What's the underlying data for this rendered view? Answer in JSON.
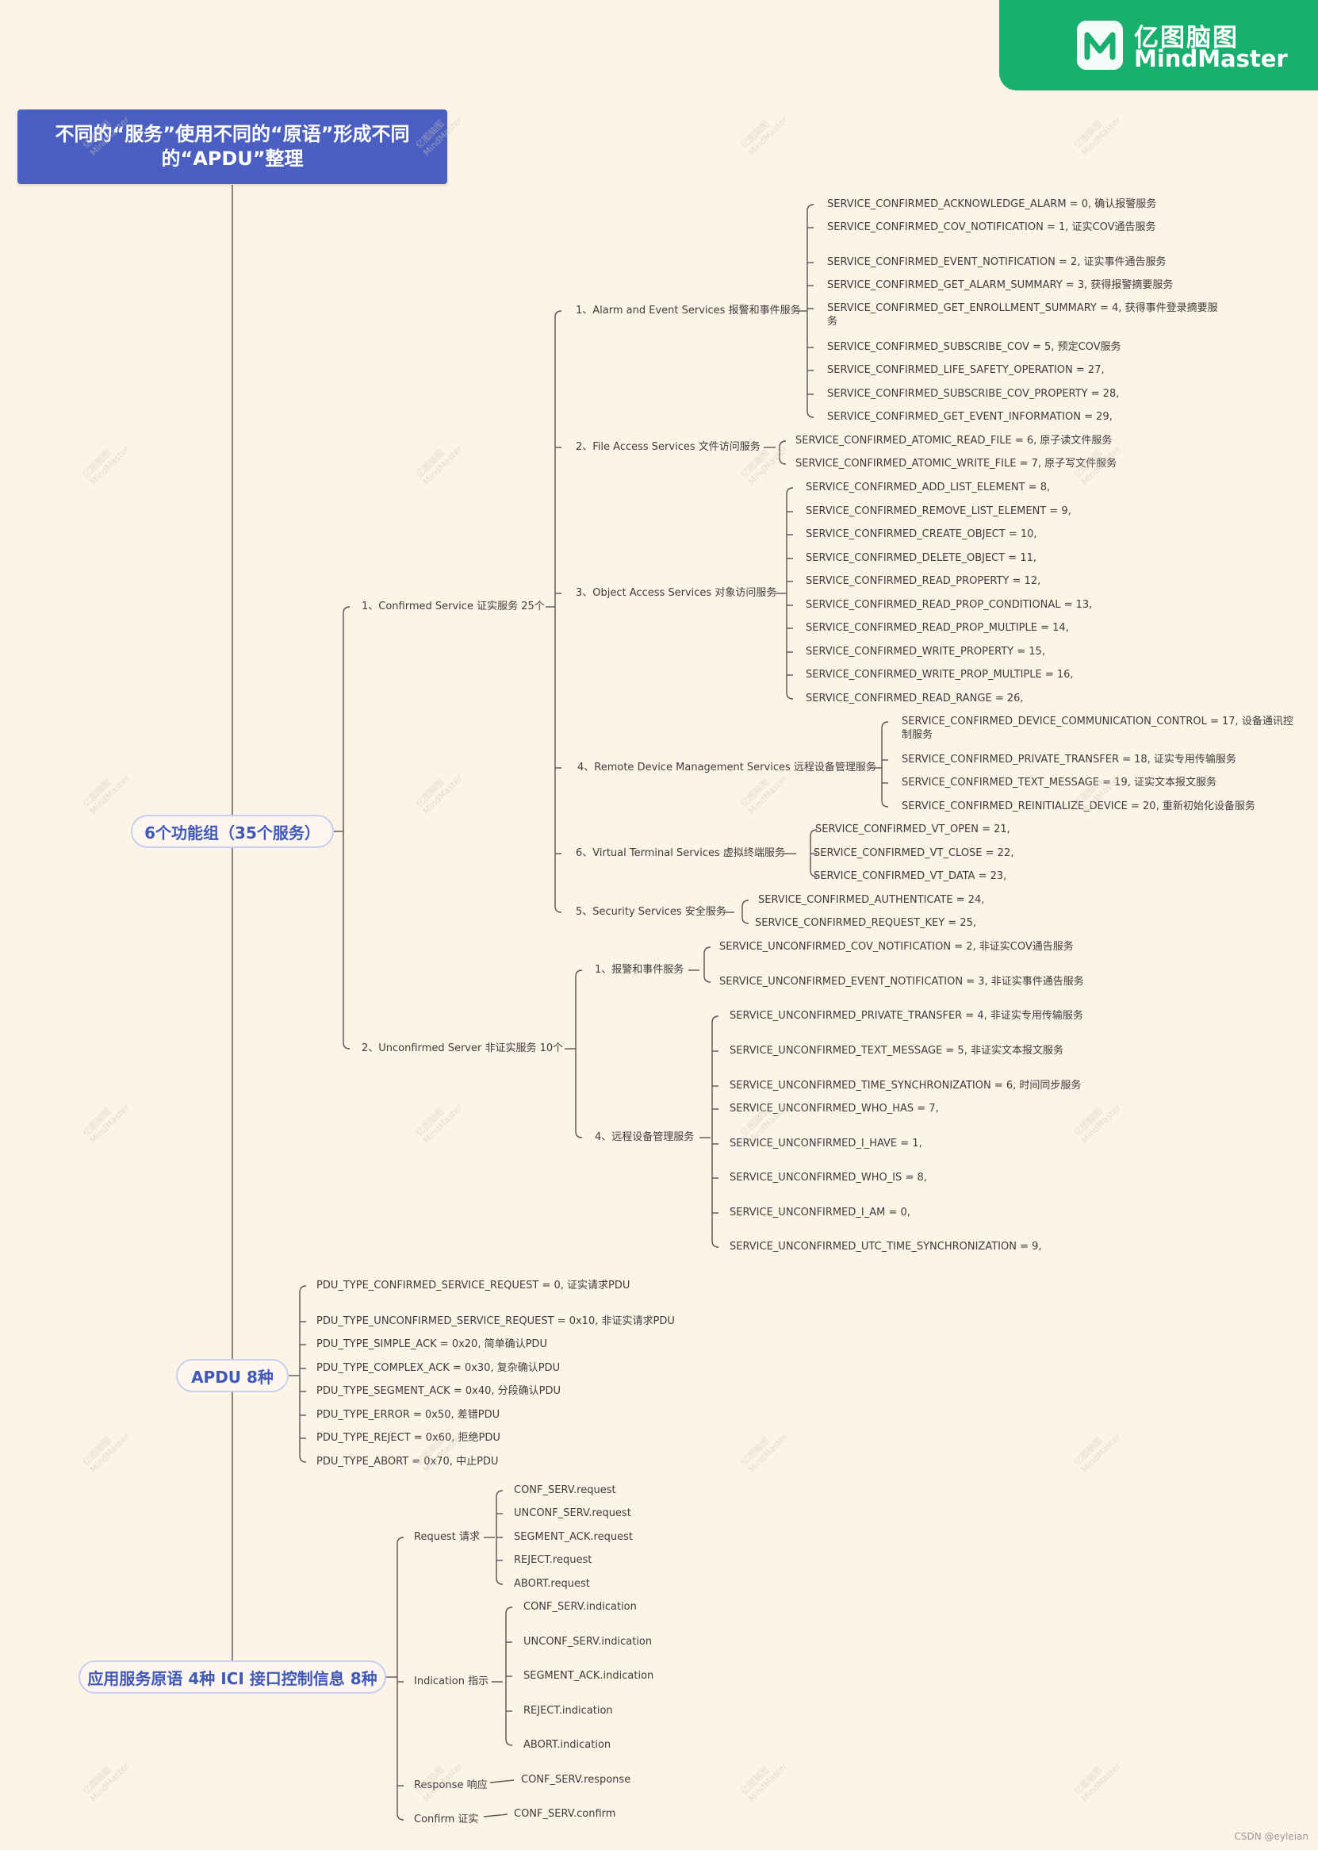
{
  "brand": {
    "cn": "亿图脑图",
    "en": "MindMaster",
    "logo_icon": "mindmaster-logo-icon"
  },
  "watermark": {
    "cn": "亿图脑图",
    "en": "MindMaster"
  },
  "footer": "CSDN @eyleian",
  "title": "不同的“服务”使用不同的“原语”形成不同的“APDU”整理",
  "groups": {
    "functional": "6个功能组（35个服务）",
    "apdu": "APDU 8种",
    "primitives": "应用服务原语 4种 ICI 接口控制信息 8种"
  },
  "confirmed": {
    "label": "1、Confirmed Service 证实服务 25个",
    "alarm": {
      "label": "1、Alarm and Event Services 报警和事件服务",
      "items": [
        "SERVICE_CONFIRMED_ACKNOWLEDGE_ALARM = 0, 确认报警服务",
        "SERVICE_CONFIRMED_COV_NOTIFICATION = 1, 证实COV通告服务",
        "SERVICE_CONFIRMED_EVENT_NOTIFICATION = 2, 证实事件通告服务",
        "SERVICE_CONFIRMED_GET_ALARM_SUMMARY = 3, 获得报警摘要服务",
        "SERVICE_CONFIRMED_GET_ENROLLMENT_SUMMARY = 4, 获得事件登录摘要服务",
        "SERVICE_CONFIRMED_SUBSCRIBE_COV = 5, 预定COV服务",
        "SERVICE_CONFIRMED_LIFE_SAFETY_OPERATION = 27,",
        "SERVICE_CONFIRMED_SUBSCRIBE_COV_PROPERTY = 28,",
        "SERVICE_CONFIRMED_GET_EVENT_INFORMATION = 29,"
      ]
    },
    "file": {
      "label": "2、File Access Services  文件访问服务",
      "items": [
        "SERVICE_CONFIRMED_ATOMIC_READ_FILE = 6, 原子读文件服务",
        "SERVICE_CONFIRMED_ATOMIC_WRITE_FILE = 7, 原子写文件服务"
      ]
    },
    "object": {
      "label": "3、Object Access Services 对象访问服务",
      "items": [
        "SERVICE_CONFIRMED_ADD_LIST_ELEMENT = 8,",
        "SERVICE_CONFIRMED_REMOVE_LIST_ELEMENT = 9,",
        "SERVICE_CONFIRMED_CREATE_OBJECT = 10,",
        "SERVICE_CONFIRMED_DELETE_OBJECT = 11,",
        "SERVICE_CONFIRMED_READ_PROPERTY = 12,",
        "SERVICE_CONFIRMED_READ_PROP_CONDITIONAL = 13,",
        "SERVICE_CONFIRMED_READ_PROP_MULTIPLE = 14,",
        "SERVICE_CONFIRMED_WRITE_PROPERTY = 15,",
        "SERVICE_CONFIRMED_WRITE_PROP_MULTIPLE = 16,",
        "SERVICE_CONFIRMED_READ_RANGE = 26,"
      ]
    },
    "remote": {
      "label": "4、Remote Device Management Services 远程设备管理服务",
      "items": [
        "SERVICE_CONFIRMED_DEVICE_COMMUNICATION_CONTROL = 17, 设备通讯控制服务",
        "SERVICE_CONFIRMED_PRIVATE_TRANSFER = 18, 证实专用传输服务",
        "SERVICE_CONFIRMED_TEXT_MESSAGE = 19, 证实文本报文服务",
        "SERVICE_CONFIRMED_REINITIALIZE_DEVICE = 20, 重新初始化设备服务"
      ]
    },
    "vt": {
      "label": "6、Virtual Terminal Services 虚拟终端服务",
      "items": [
        "SERVICE_CONFIRMED_VT_OPEN = 21,",
        "SERVICE_CONFIRMED_VT_CLOSE = 22,",
        "SERVICE_CONFIRMED_VT_DATA = 23,"
      ]
    },
    "security": {
      "label": "5、Security Services 安全服务",
      "items": [
        "SERVICE_CONFIRMED_AUTHENTICATE = 24,",
        "SERVICE_CONFIRMED_REQUEST_KEY = 25,"
      ]
    }
  },
  "unconfirmed": {
    "label": "2、Unconfirmed Server 非证实服务 10个",
    "alarm": {
      "label": "1、报警和事件服务",
      "items": [
        "SERVICE_UNCONFIRMED_COV_NOTIFICATION = 2, 非证实COV通告服务",
        "SERVICE_UNCONFIRMED_EVENT_NOTIFICATION = 3, 非证实事件通告服务"
      ]
    },
    "remote": {
      "label": "4、远程设备管理服务",
      "items": [
        "SERVICE_UNCONFIRMED_PRIVATE_TRANSFER = 4, 非证实专用传输服务",
        "SERVICE_UNCONFIRMED_TEXT_MESSAGE = 5, 非证实文本报文服务",
        "SERVICE_UNCONFIRMED_TIME_SYNCHRONIZATION = 6, 时间同步服务",
        "SERVICE_UNCONFIRMED_WHO_HAS = 7,",
        "SERVICE_UNCONFIRMED_I_HAVE = 1,",
        "SERVICE_UNCONFIRMED_WHO_IS = 8,",
        "SERVICE_UNCONFIRMED_I_AM = 0,",
        "SERVICE_UNCONFIRMED_UTC_TIME_SYNCHRONIZATION = 9,"
      ]
    }
  },
  "apdu_items": [
    "PDU_TYPE_CONFIRMED_SERVICE_REQUEST = 0, 证实请求PDU",
    "PDU_TYPE_UNCONFIRMED_SERVICE_REQUEST = 0x10, 非证实请求PDU",
    "PDU_TYPE_SIMPLE_ACK = 0x20, 简单确认PDU",
    "PDU_TYPE_COMPLEX_ACK = 0x30, 复杂确认PDU",
    "PDU_TYPE_SEGMENT_ACK = 0x40, 分段确认PDU",
    "PDU_TYPE_ERROR = 0x50, 差错PDU",
    "PDU_TYPE_REJECT = 0x60, 拒绝PDU",
    " PDU_TYPE_ABORT = 0x70, 中止PDU"
  ],
  "primitives": {
    "request": {
      "label": "Request 请求",
      "items": [
        "CONF_SERV.request",
        "UNCONF_SERV.request",
        "SEGMENT_ACK.request",
        "REJECT.request",
        "ABORT.request"
      ]
    },
    "indication": {
      "label": "Indication 指示",
      "items": [
        "CONF_SERV.indication",
        "UNCONF_SERV.indication",
        "SEGMENT_ACK.indication",
        "REJECT.indication",
        "ABORT.indication"
      ]
    },
    "response": {
      "label": "Response 响应",
      "items": [
        "CONF_SERV.response"
      ]
    },
    "confirm": {
      "label": "Confirm 证实",
      "items": [
        "CONF_SERV.confirm"
      ]
    }
  }
}
